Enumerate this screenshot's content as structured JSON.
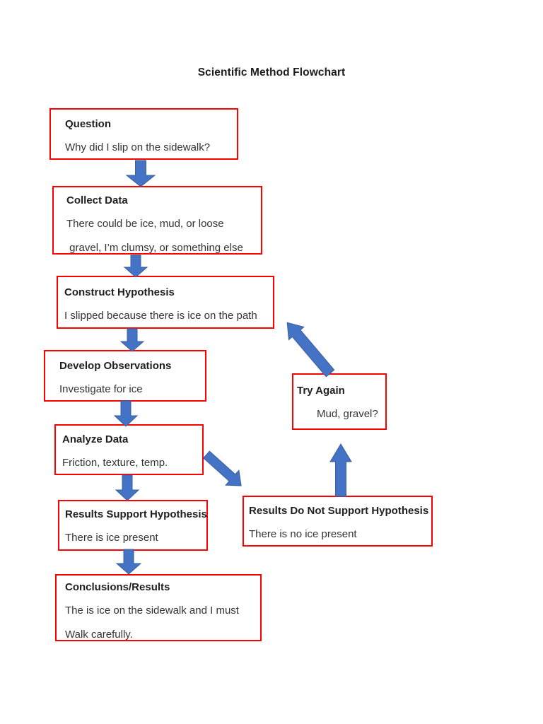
{
  "page": {
    "title": "Scientific Method Flowchart"
  },
  "colors": {
    "box_border": "#fe0000",
    "arrow_fill": "#4472c4",
    "arrow_stroke": "#3a619e",
    "title_text": "#1f1f1f",
    "body_text": "#333333"
  },
  "boxes": {
    "question": {
      "title": "Question",
      "lines": [
        "Why did I slip on the sidewalk?"
      ]
    },
    "collect_data": {
      "title": "Collect Data",
      "lines": [
        "There could be ice, mud, or loose",
        " gravel, I’m clumsy, or something else"
      ]
    },
    "construct_hypothesis": {
      "title": "Construct Hypothesis",
      "lines": [
        "I slipped because there is ice on the path"
      ]
    },
    "develop_observations": {
      "title": "Develop Observations",
      "lines": [
        "Investigate for ice"
      ]
    },
    "analyze_data": {
      "title": "Analyze Data",
      "lines": [
        "Friction, texture, temp."
      ]
    },
    "results_support": {
      "title": "Results Support Hypothesis",
      "lines": [
        "There is ice present"
      ]
    },
    "conclusions": {
      "title": "Conclusions/Results",
      "lines": [
        "The is ice on the sidewalk and I must",
        "Walk carefully."
      ]
    },
    "results_not_support": {
      "title": "Results Do Not Support Hypothesis",
      "lines": [
        "There is no ice present"
      ]
    },
    "try_again": {
      "title": "Try Again",
      "lines": [
        "Mud, gravel?"
      ]
    }
  },
  "arrows": [
    {
      "name": "arrow-question-to-collect-data",
      "direction": "down"
    },
    {
      "name": "arrow-collect-data-to-construct-hypothesis",
      "direction": "down"
    },
    {
      "name": "arrow-construct-hypothesis-to-develop-observations",
      "direction": "down"
    },
    {
      "name": "arrow-develop-observations-to-analyze-data",
      "direction": "down"
    },
    {
      "name": "arrow-analyze-data-to-results-support",
      "direction": "down"
    },
    {
      "name": "arrow-results-support-to-conclusions",
      "direction": "down"
    },
    {
      "name": "arrow-analyze-data-to-results-do-not-support",
      "direction": "down-right"
    },
    {
      "name": "arrow-results-do-not-support-to-try-again",
      "direction": "up"
    },
    {
      "name": "arrow-try-again-to-construct-hypothesis",
      "direction": "up-left"
    }
  ]
}
